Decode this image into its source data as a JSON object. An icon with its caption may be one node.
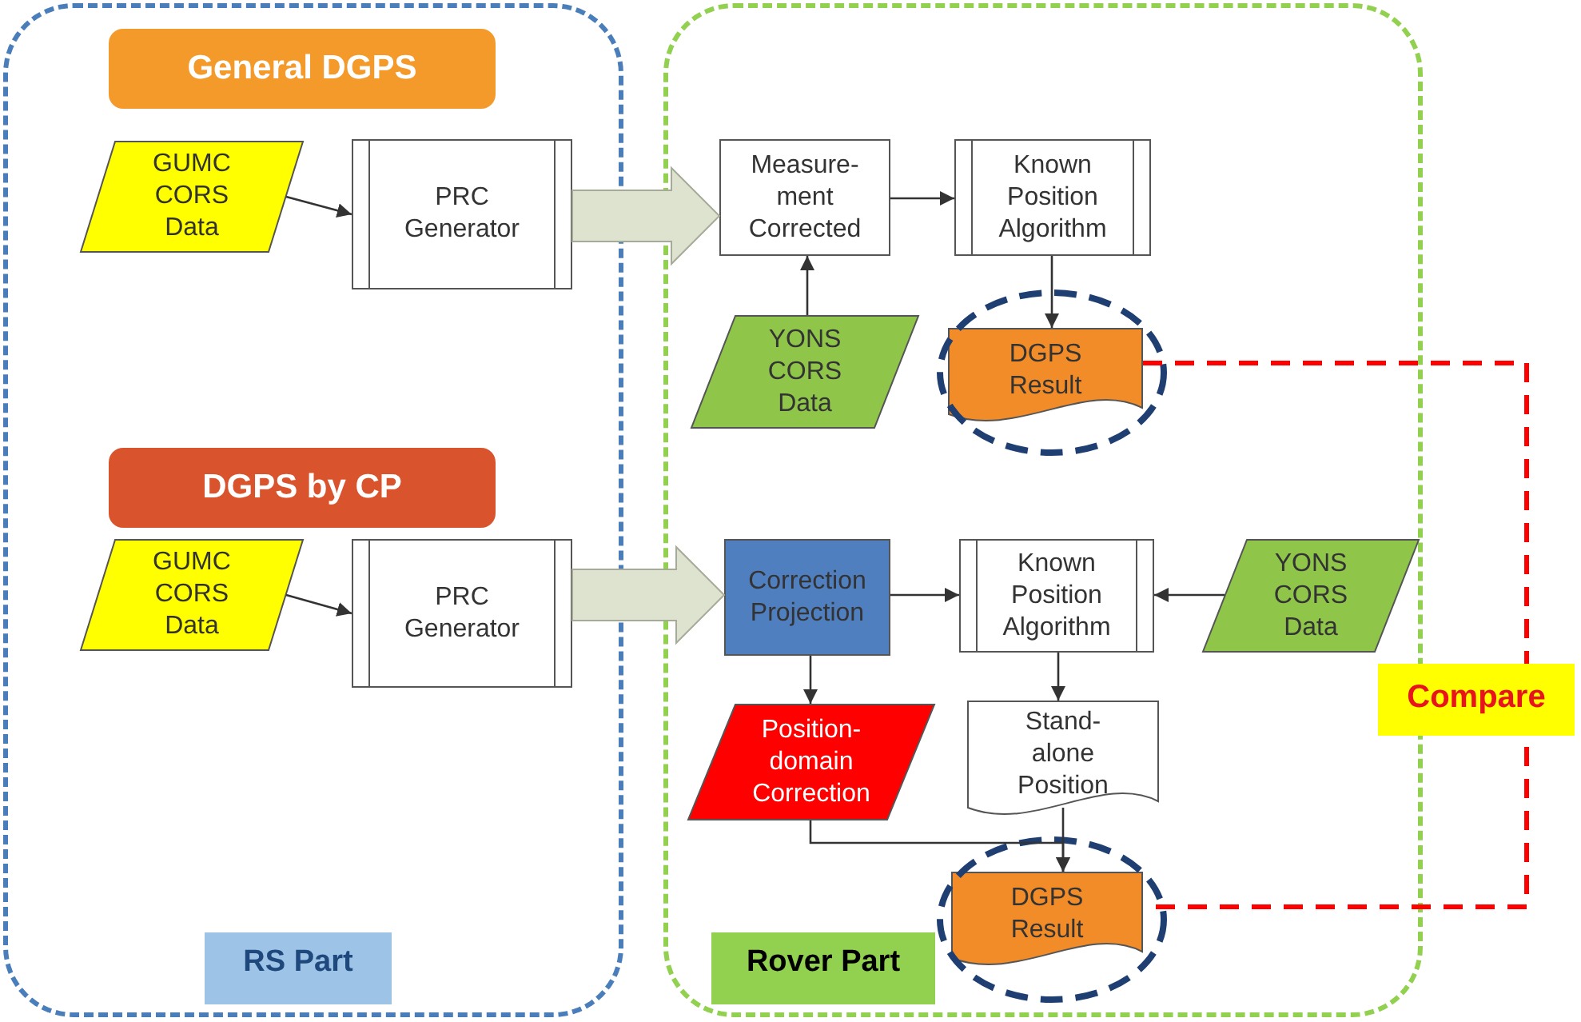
{
  "diagram": {
    "nodes": [
      {
        "text": [
          "RS Part"
        ]
      },
      {
        "text": [
          "General DGPS"
        ],
        "in": 0
      },
      {
        "text": [
          "GUMC CORS Data"
        ],
        "in": 0
      },
      {
        "text": [
          "PRC Generator"
        ],
        "in": 0
      },
      {
        "text": [
          "Rover Part"
        ]
      },
      {
        "text": [
          "Measure- ment Corrected"
        ],
        "in": 4
      },
      {
        "text": [
          "Known Position Algorithm"
        ],
        "in": 4
      },
      {
        "text": [
          "YONS CORS Data"
        ],
        "in": 4
      },
      {
        "text": [
          "DGPS Result"
        ],
        "in": 4
      },
      {
        "text": [
          "DGPS by CP"
        ],
        "in": 0
      },
      {
        "text": [
          "GUMC CORS Data"
        ],
        "in": 0
      },
      {
        "text": [
          "PRC Generator"
        ],
        "in": 0
      },
      {
        "text": [
          "Correction Projection"
        ],
        "in": 4
      },
      {
        "text": [
          "Known Position Algorithm"
        ],
        "in": 4
      },
      {
        "text": [
          "YONS CORS Data"
        ],
        "in": 4
      },
      {
        "text": [
          "Position- domain Correction"
        ],
        "in": 4
      },
      {
        "text": [
          "Stand- alone Position"
        ],
        "in": 4
      },
      {
        "text": [
          "DGPS Result"
        ],
        "in": 4
      }
    ],
    "edges": [
      {
        "from": 2,
        "to": 3,
        "arrow": "to"
      },
      {
        "from": 3,
        "to": 5,
        "arrow": "to",
        "style": "thick",
        "color": "#dde3cf"
      },
      {
        "from": 5,
        "to": 6,
        "arrow": "to"
      },
      {
        "from": 7,
        "to": 5,
        "arrow": "to"
      },
      {
        "from": 6,
        "to": 8,
        "arrow": "to"
      },
      {
        "from": 10,
        "to": 11,
        "arrow": "to"
      },
      {
        "from": 11,
        "to": 12,
        "arrow": "to",
        "style": "thick",
        "color": "#dde3cf"
      },
      {
        "from": 12,
        "to": 13,
        "arrow": "to"
      },
      {
        "from": 14,
        "to": 13,
        "arrow": "to"
      },
      {
        "from": 12,
        "to": 15,
        "arrow": "to"
      },
      {
        "from": 13,
        "to": 16,
        "arrow": "to"
      },
      {
        "from": 16,
        "to": 17,
        "arrow": "to"
      },
      {
        "from": 15,
        "to": 17,
        "arrow": "to"
      },
      {
        "from": 8,
        "to": 17,
        "arrow": "none",
        "label": "Compare",
        "style": "dashed",
        "color": "#ff0000"
      }
    ]
  }
}
